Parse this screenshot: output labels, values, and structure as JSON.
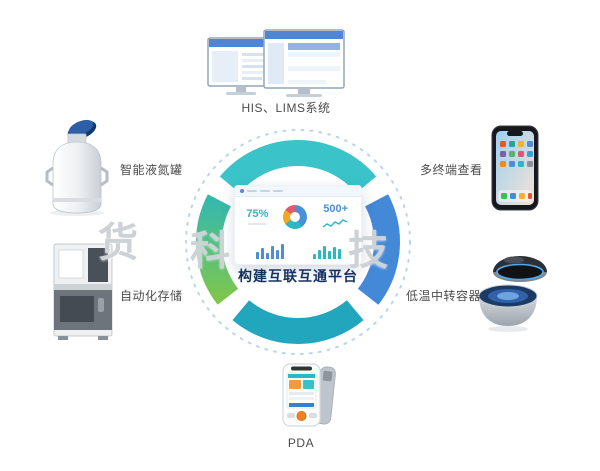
{
  "center": {
    "title": "构建互联互通平台",
    "dashboard": {
      "stat1": "75%",
      "stat2": "500+",
      "bars1": [
        7,
        11,
        6,
        13,
        9,
        15
      ],
      "bars2": [
        5,
        9,
        13,
        8,
        12,
        10
      ],
      "spark": [
        4,
        7,
        5,
        9,
        7,
        11,
        9
      ],
      "donut": [
        {
          "color": "#4a90d9",
          "pct": 40
        },
        {
          "color": "#2bb8c4",
          "pct": 25
        },
        {
          "color": "#f5a623",
          "pct": 20
        },
        {
          "color": "#e05c6b",
          "pct": 15
        }
      ]
    }
  },
  "nodes": {
    "his_lims": {
      "label": "HIS、LIMS系统"
    },
    "multi_terminal": {
      "label": "多终端查看"
    },
    "transfer_container": {
      "label": "低温中转容器"
    },
    "pda": {
      "label": "PDA"
    },
    "storage": {
      "label": "自动化存储"
    },
    "tank": {
      "label": "智能液氮罐"
    }
  },
  "watermark": {
    "char1": "货",
    "char2": "科",
    "char3": "技"
  },
  "colors": {
    "ring_top": "#3ac3c9",
    "ring_right": "#4489d8",
    "ring_bottom": "#21a6bd",
    "ring_left_gradient_bottom": "#7cc64f",
    "ring_left_gradient_top": "#35b9ad",
    "dashed_circle": "#b9d7e6",
    "title_text": "#15325f",
    "accent_teal": "#2bb8c4",
    "accent_blue": "#4a90d9"
  }
}
